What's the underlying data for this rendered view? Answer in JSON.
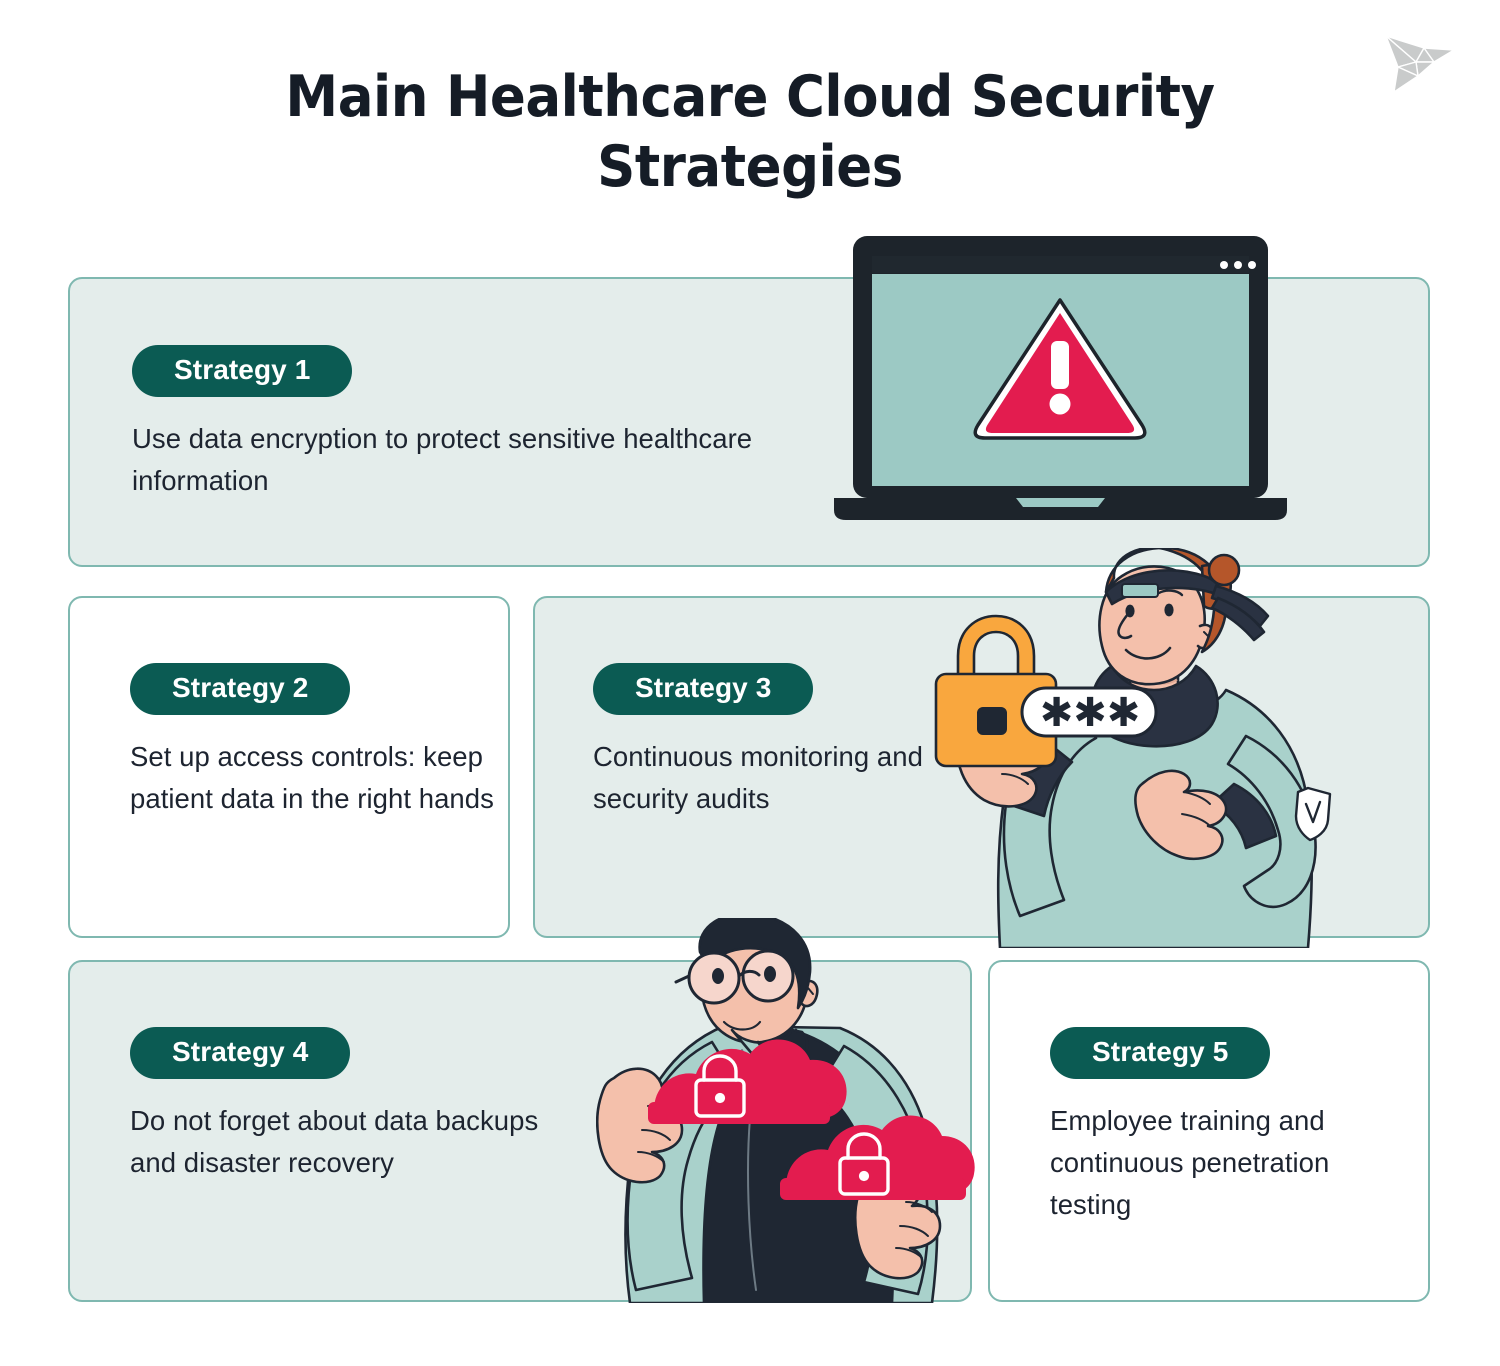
{
  "header": {
    "title": "Main Healthcare Cloud Security Strategies",
    "logo_icon": "origami-bird-logo"
  },
  "colors": {
    "page_background": "#ffffff",
    "card_tinted_background": "#e4edeb",
    "card_plain_background": "#ffffff",
    "card_border": "#7fb8b0",
    "badge_background": "#0b5b53",
    "badge_text": "#ffffff",
    "title_text": "#151c26",
    "body_text": "#1d2430",
    "accent_crimson": "#e31c4f",
    "accent_orange": "#f9a73e",
    "accent_mint": "#a9d1cb",
    "accent_dark": "#1f2733",
    "screen_teal": "#9cc9c4",
    "skin": "#f4c0ab",
    "hair_auburn": "#b5562a",
    "logo_grey": "#c9cbcb"
  },
  "cards": [
    {
      "badge": "Strategy 1",
      "description": "Use data encryption to protect sensitive healthcare information",
      "style": "tinted"
    },
    {
      "badge": "Strategy 2",
      "description": "Set up access controls: keep patient data in the right hands",
      "style": "plain"
    },
    {
      "badge": "Strategy 3",
      "description": "Continuous monitoring and security audits",
      "style": "tinted"
    },
    {
      "badge": "Strategy 4",
      "description": "Do not forget about data backups and disaster recovery",
      "style": "tinted"
    },
    {
      "badge": "Strategy 5",
      "description": "Employee training and continuous penetration testing",
      "style": "plain"
    }
  ],
  "illustrations": {
    "laptop": {
      "name": "laptop-warning-alert",
      "screen_icon": "warning-triangle-icon",
      "window_dots": 3
    },
    "person_lock": {
      "name": "person-holding-padlock",
      "padlock_icon": "padlock-icon",
      "password_text": "✱✱✱",
      "armband_icon": "shield-icon"
    },
    "person_clouds": {
      "name": "person-holding-secure-clouds",
      "cloud_icon": "cloud-lock-icon",
      "cloud_count": 2,
      "glasses_icon": "glasses-icon"
    }
  }
}
